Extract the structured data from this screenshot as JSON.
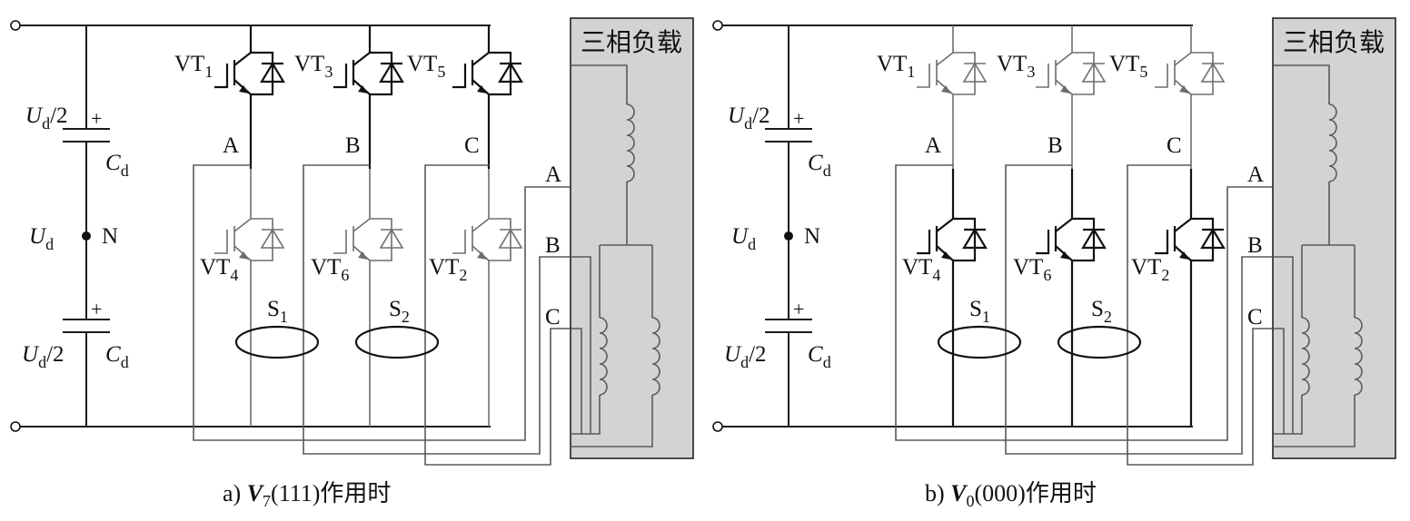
{
  "load_box_label": "三相负载",
  "panels": [
    {
      "caption_prefix": "a) ",
      "caption_var": "V",
      "caption_sub": "7",
      "caption_rest": "(111)作用时",
      "upper_switch_state": "on",
      "lower_switch_state": "off"
    },
    {
      "caption_prefix": "b) ",
      "caption_var": "V",
      "caption_sub": "0",
      "caption_rest": "(000)作用时",
      "upper_switch_state": "off",
      "lower_switch_state": "on"
    }
  ],
  "switch_labels": {
    "upper": [
      {
        "base": "VT",
        "sub": "1"
      },
      {
        "base": "VT",
        "sub": "3"
      },
      {
        "base": "VT",
        "sub": "5"
      }
    ],
    "lower": [
      {
        "base": "VT",
        "sub": "4"
      },
      {
        "base": "VT",
        "sub": "6"
      },
      {
        "base": "VT",
        "sub": "2"
      }
    ]
  },
  "phase_labels": [
    "A",
    "B",
    "C"
  ],
  "load_terminal_labels": [
    "A",
    "B",
    "C"
  ],
  "sense_labels": [
    {
      "base": "S",
      "sub": "1"
    },
    {
      "base": "S",
      "sub": "2"
    }
  ],
  "dc_link": {
    "half_voltage": {
      "base": "U",
      "sub": "d",
      "rest": "/2"
    },
    "capacitor": {
      "base": "C",
      "sub": "d"
    },
    "voltage": {
      "base": "U",
      "sub": "d"
    },
    "neutral": "N",
    "plus": "+"
  },
  "colors": {
    "active_wire": "#1a1a1a",
    "inactive_wire": "#6e6e6e",
    "load_fill": "#d3d3d3"
  }
}
